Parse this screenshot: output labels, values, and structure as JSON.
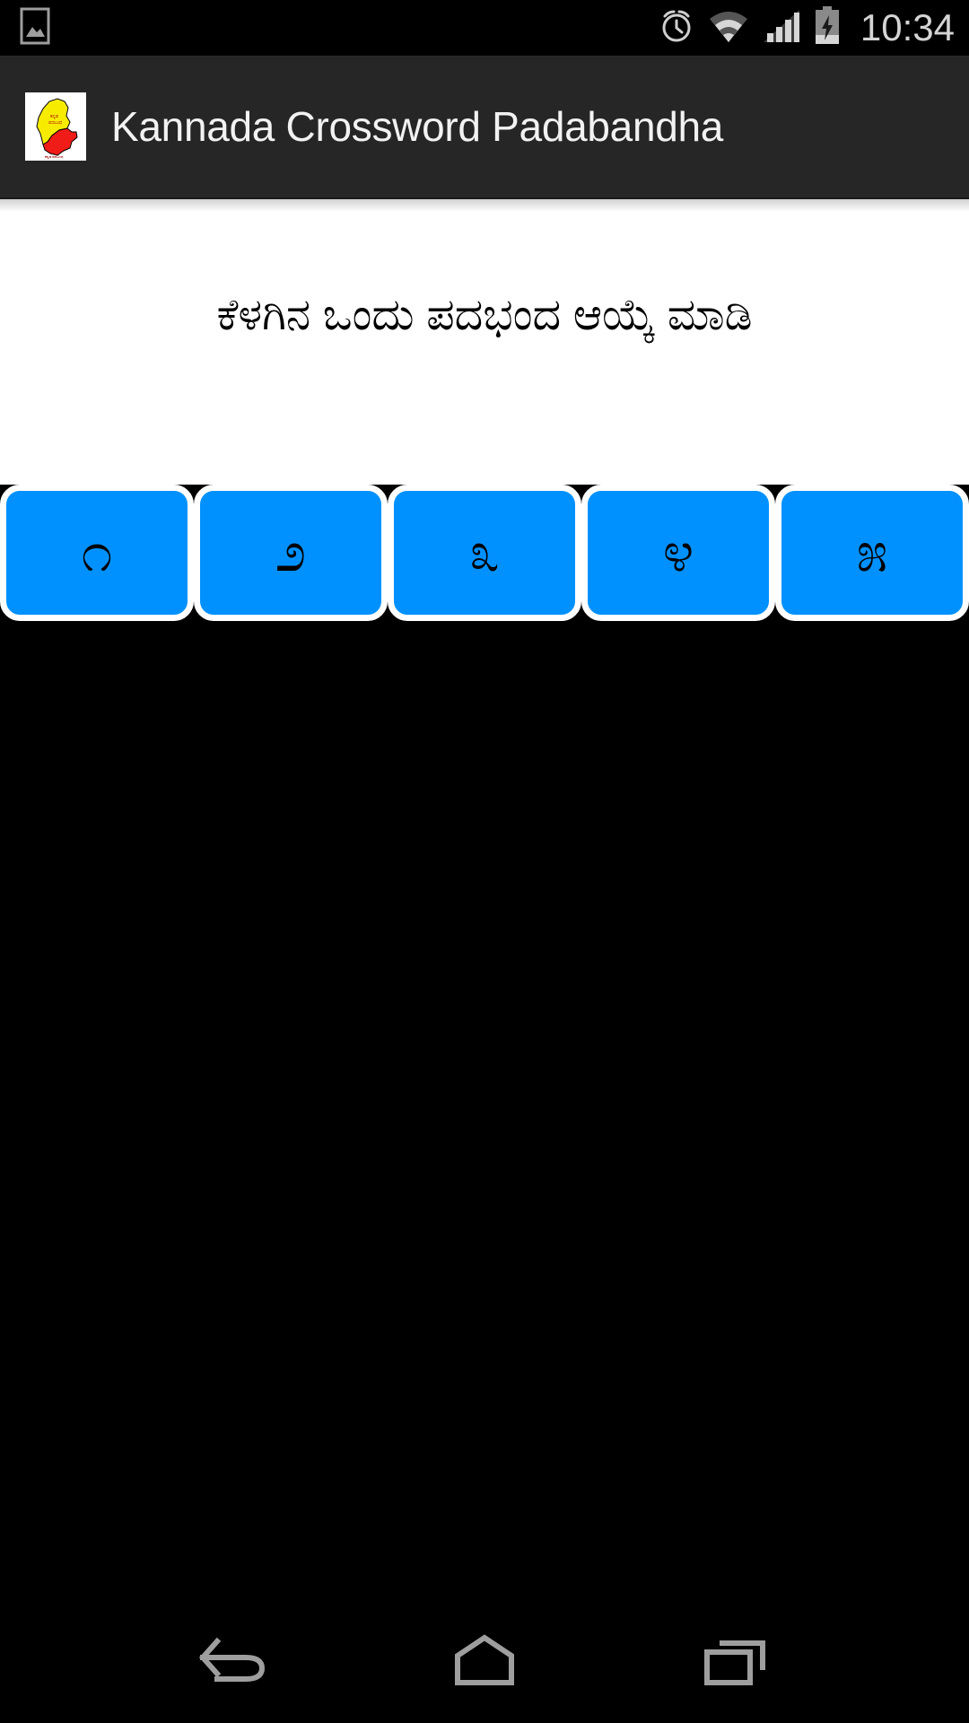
{
  "status_bar": {
    "notification_icon": "image-icon",
    "alarm_icon": "alarm-icon",
    "wifi_icon": "wifi-icon",
    "signal_icon": "cellular-signal-icon",
    "battery_icon": "battery-charging-icon",
    "time": "10:34"
  },
  "action_bar": {
    "logo_icon": "karnataka-map-logo",
    "title": "Kannada Crossword Padabandha"
  },
  "content": {
    "prompt": "ಕೆಳಗಿನ ಒಂದು ಪದಭಂದ ಆಯ್ಕೆ ಮಾಡಿ"
  },
  "crossword_buttons": [
    {
      "label": "೧",
      "name": "crossword-button-1"
    },
    {
      "label": "೨",
      "name": "crossword-button-2"
    },
    {
      "label": "೩",
      "name": "crossword-button-3"
    },
    {
      "label": "೪",
      "name": "crossword-button-4"
    },
    {
      "label": "೫",
      "name": "crossword-button-5"
    }
  ],
  "nav_bar": {
    "back_icon": "back-arrow-icon",
    "home_icon": "home-icon",
    "recents_icon": "recent-apps-icon"
  },
  "colors": {
    "status_bar_bg": "#000000",
    "action_bar_bg": "#262626",
    "content_bg": "#ffffff",
    "button_blue": "#0091ff",
    "button_border": "#ffffff",
    "body_bg": "#000000",
    "title_text": "#f2f2f2",
    "prompt_text": "#000000",
    "nav_icon": "#9e9e9e"
  }
}
